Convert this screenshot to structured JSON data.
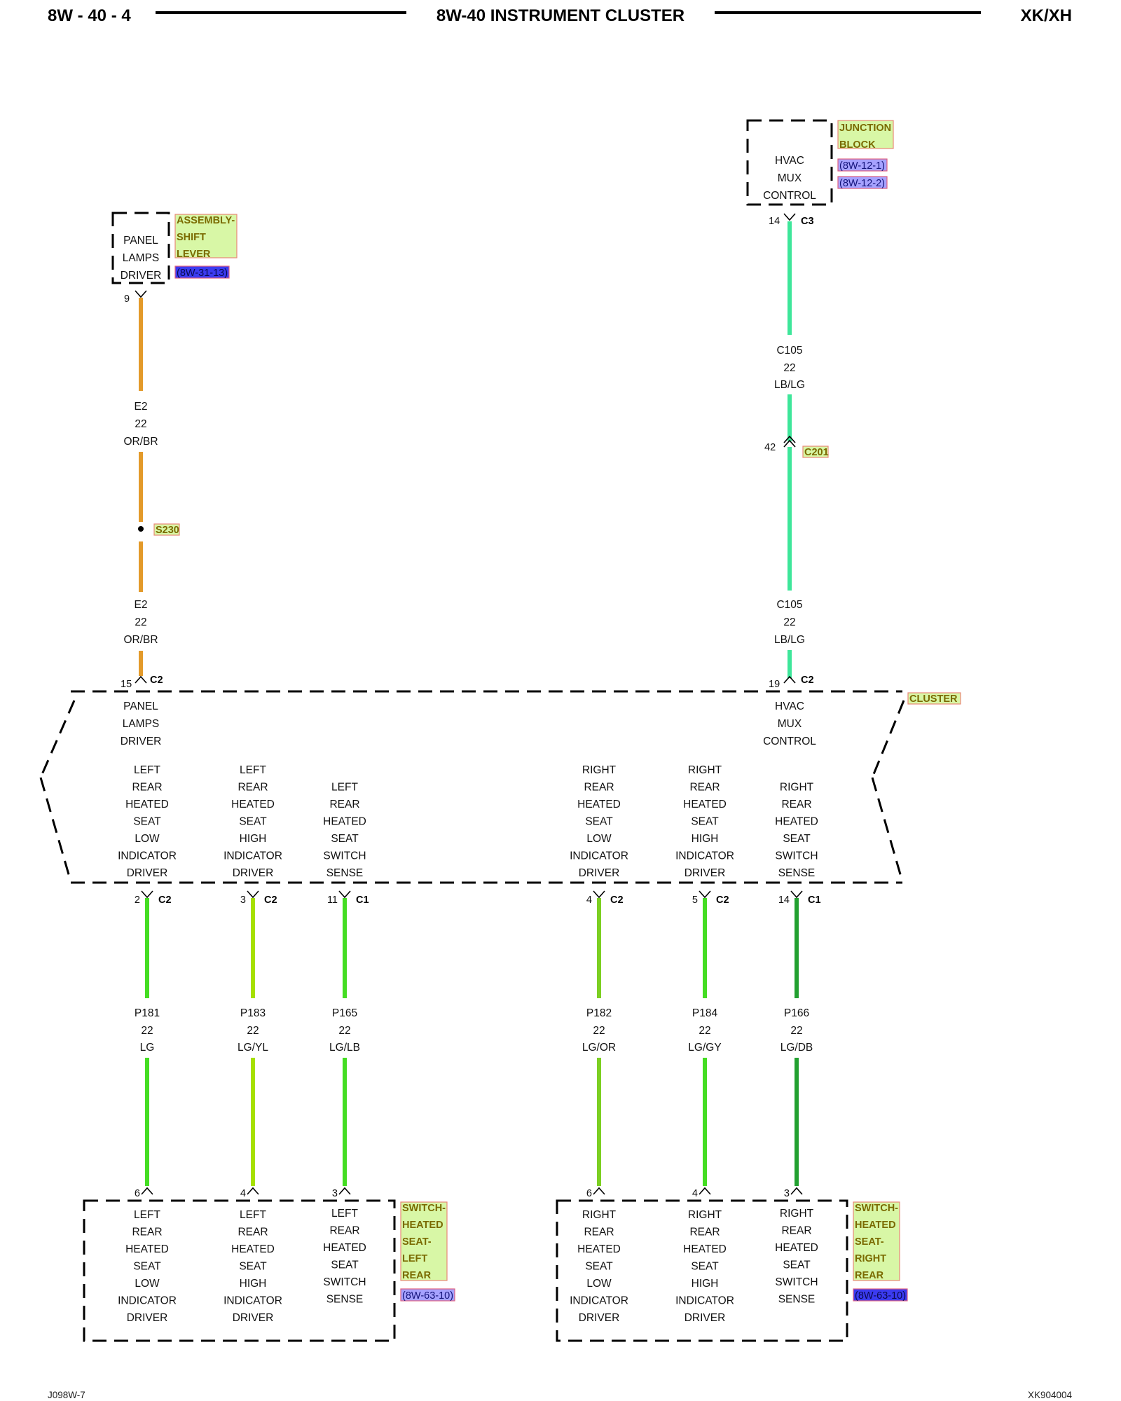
{
  "header": {
    "left": "8W - 40 - 4",
    "title": "8W-40 INSTRUMENT CLUSTER",
    "right": "XK/XH"
  },
  "footer": {
    "left": "J098W-7",
    "right": "XK904004"
  },
  "colors": {
    "orange_wire": "#e39a2a",
    "lblg_wire": "#3ee69a",
    "lg_wire": "#44dd22",
    "lgyl_wire": "#a6e000",
    "lgdb_wire": "#22a030",
    "tag_fill": "#d8f7a6",
    "tag_text": "#7a6a00",
    "ref_blue_dark": "#3b3bf0",
    "ref_blue_light": "#a6a2ff"
  },
  "junction_block": {
    "label": [
      "HVAC",
      "MUX",
      "CONTROL"
    ],
    "tag": [
      "JUNCTION",
      "BLOCK"
    ],
    "refs": [
      "(8W-12-1)",
      "(8W-12-2)"
    ],
    "pin": "14",
    "connector": "C3"
  },
  "shift_lever": {
    "label": [
      "PANEL",
      "LAMPS",
      "DRIVER"
    ],
    "tag": [
      "ASSEMBLY-",
      "SHIFT",
      "LEVER"
    ],
    "ref": "(8W-31-13)",
    "pin": "9"
  },
  "wire_e2_top": [
    "E2",
    "22",
    "OR/BR"
  ],
  "wire_e2_bottom": [
    "E2",
    "22",
    "OR/BR"
  ],
  "splice": "S230",
  "wire_c105_top": [
    "C105",
    "22",
    "LB/LG"
  ],
  "wire_c105_bottom": [
    "C105",
    "22",
    "LB/LG"
  ],
  "inline_connector": {
    "pin": "42",
    "name": "C201"
  },
  "cluster": {
    "tag": "CLUSTER",
    "top_left": {
      "pin": "15",
      "connector": "C2",
      "label": [
        "PANEL",
        "LAMPS",
        "DRIVER"
      ]
    },
    "top_right": {
      "pin": "19",
      "connector": "C2",
      "label": [
        "HVAC",
        "MUX",
        "CONTROL"
      ]
    },
    "circuits": [
      {
        "label": [
          "LEFT",
          "REAR",
          "HEATED",
          "SEAT",
          "LOW",
          "INDICATOR",
          "DRIVER"
        ],
        "pin": "2",
        "connector": "C2"
      },
      {
        "label": [
          "LEFT",
          "REAR",
          "HEATED",
          "SEAT",
          "HIGH",
          "INDICATOR",
          "DRIVER"
        ],
        "pin": "3",
        "connector": "C2"
      },
      {
        "label": [
          "LEFT",
          "REAR",
          "HEATED",
          "SEAT",
          "SWITCH",
          "SENSE"
        ],
        "pin": "11",
        "connector": "C1"
      },
      {
        "label": [
          "RIGHT",
          "REAR",
          "HEATED",
          "SEAT",
          "LOW",
          "INDICATOR",
          "DRIVER"
        ],
        "pin": "4",
        "connector": "C2"
      },
      {
        "label": [
          "RIGHT",
          "REAR",
          "HEATED",
          "SEAT",
          "HIGH",
          "INDICATOR",
          "DRIVER"
        ],
        "pin": "5",
        "connector": "C2"
      },
      {
        "label": [
          "RIGHT",
          "REAR",
          "HEATED",
          "SEAT",
          "SWITCH",
          "SENSE"
        ],
        "pin": "14",
        "connector": "C1"
      }
    ]
  },
  "lower_wires": [
    {
      "circuit": "P181",
      "gauge": "22",
      "color": "LG"
    },
    {
      "circuit": "P183",
      "gauge": "22",
      "color": "LG/YL"
    },
    {
      "circuit": "P165",
      "gauge": "22",
      "color": "LG/LB"
    },
    {
      "circuit": "P182",
      "gauge": "22",
      "color": "LG/OR"
    },
    {
      "circuit": "P184",
      "gauge": "22",
      "color": "LG/GY"
    },
    {
      "circuit": "P166",
      "gauge": "22",
      "color": "LG/DB"
    }
  ],
  "left_switch": {
    "tag": [
      "SWITCH-",
      "HEATED",
      "SEAT-",
      "LEFT",
      "REAR"
    ],
    "ref": "(8W-63-10)",
    "pins": [
      "6",
      "4",
      "3"
    ],
    "labels": [
      [
        "LEFT",
        "REAR",
        "HEATED",
        "SEAT",
        "LOW",
        "INDICATOR",
        "DRIVER"
      ],
      [
        "LEFT",
        "REAR",
        "HEATED",
        "SEAT",
        "HIGH",
        "INDICATOR",
        "DRIVER"
      ],
      [
        "LEFT",
        "REAR",
        "HEATED",
        "SEAT",
        "SWITCH",
        "SENSE"
      ]
    ]
  },
  "right_switch": {
    "tag": [
      "SWITCH-",
      "HEATED",
      "SEAT-",
      "RIGHT",
      "REAR"
    ],
    "ref": "(8W-63-10)",
    "pins": [
      "6",
      "4",
      "3"
    ],
    "labels": [
      [
        "RIGHT",
        "REAR",
        "HEATED",
        "SEAT",
        "LOW",
        "INDICATOR",
        "DRIVER"
      ],
      [
        "RIGHT",
        "REAR",
        "HEATED",
        "SEAT",
        "HIGH",
        "INDICATOR",
        "DRIVER"
      ],
      [
        "RIGHT",
        "REAR",
        "HEATED",
        "SEAT",
        "SWITCH",
        "SENSE"
      ]
    ]
  }
}
